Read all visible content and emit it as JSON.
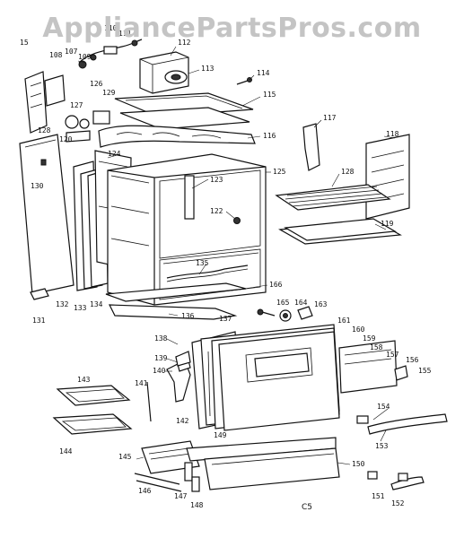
{
  "watermark": "AppliancePartsPros.com",
  "diagram_code": "C5",
  "part_labels": [
    {
      "id": "p15",
      "text": "15"
    },
    {
      "id": "p110",
      "text": "110"
    },
    {
      "id": "p111",
      "text": "111"
    },
    {
      "id": "p108",
      "text": "108"
    },
    {
      "id": "p107",
      "text": "107"
    },
    {
      "id": "p109",
      "text": "109"
    },
    {
      "id": "p112",
      "text": "112"
    },
    {
      "id": "p113",
      "text": "113"
    },
    {
      "id": "p114",
      "text": "114"
    },
    {
      "id": "p115",
      "text": "115"
    },
    {
      "id": "p126",
      "text": "126"
    },
    {
      "id": "p129",
      "text": "129"
    },
    {
      "id": "p127",
      "text": "127"
    },
    {
      "id": "p128",
      "text": "128"
    },
    {
      "id": "p120",
      "text": "120"
    },
    {
      "id": "p116",
      "text": "116"
    },
    {
      "id": "p117",
      "text": "117"
    },
    {
      "id": "p118",
      "text": "118"
    },
    {
      "id": "p124",
      "text": "124"
    },
    {
      "id": "p125",
      "text": "125"
    },
    {
      "id": "p130",
      "text": "130"
    },
    {
      "id": "p123",
      "text": "123"
    },
    {
      "id": "p122",
      "text": "122"
    },
    {
      "id": "p128b",
      "text": "128"
    },
    {
      "id": "p119",
      "text": "119"
    },
    {
      "id": "p135",
      "text": "135"
    },
    {
      "id": "p166",
      "text": "166"
    },
    {
      "id": "p131",
      "text": "131"
    },
    {
      "id": "p132",
      "text": "132"
    },
    {
      "id": "p133",
      "text": "133"
    },
    {
      "id": "p134",
      "text": "134"
    },
    {
      "id": "p136",
      "text": "136"
    },
    {
      "id": "p165",
      "text": "165"
    },
    {
      "id": "p164",
      "text": "164"
    },
    {
      "id": "p163",
      "text": "163"
    },
    {
      "id": "p137",
      "text": "137"
    },
    {
      "id": "p161",
      "text": "161"
    },
    {
      "id": "p160",
      "text": "160"
    },
    {
      "id": "p159",
      "text": "159"
    },
    {
      "id": "p158",
      "text": "158"
    },
    {
      "id": "p157",
      "text": "157"
    },
    {
      "id": "p156",
      "text": "156"
    },
    {
      "id": "p155",
      "text": "155"
    },
    {
      "id": "p138",
      "text": "138"
    },
    {
      "id": "p139",
      "text": "139"
    },
    {
      "id": "p140",
      "text": "140"
    },
    {
      "id": "p141",
      "text": "141"
    },
    {
      "id": "p143",
      "text": "143"
    },
    {
      "id": "p142",
      "text": "142"
    },
    {
      "id": "p154",
      "text": "154"
    },
    {
      "id": "p144",
      "text": "144"
    },
    {
      "id": "p153",
      "text": "153"
    },
    {
      "id": "p149",
      "text": "149"
    },
    {
      "id": "p145",
      "text": "145"
    },
    {
      "id": "p150",
      "text": "150"
    },
    {
      "id": "p146",
      "text": "146"
    },
    {
      "id": "p147",
      "text": "147"
    },
    {
      "id": "p148",
      "text": "148"
    },
    {
      "id": "p151",
      "text": "151"
    },
    {
      "id": "p152",
      "text": "152"
    }
  ]
}
